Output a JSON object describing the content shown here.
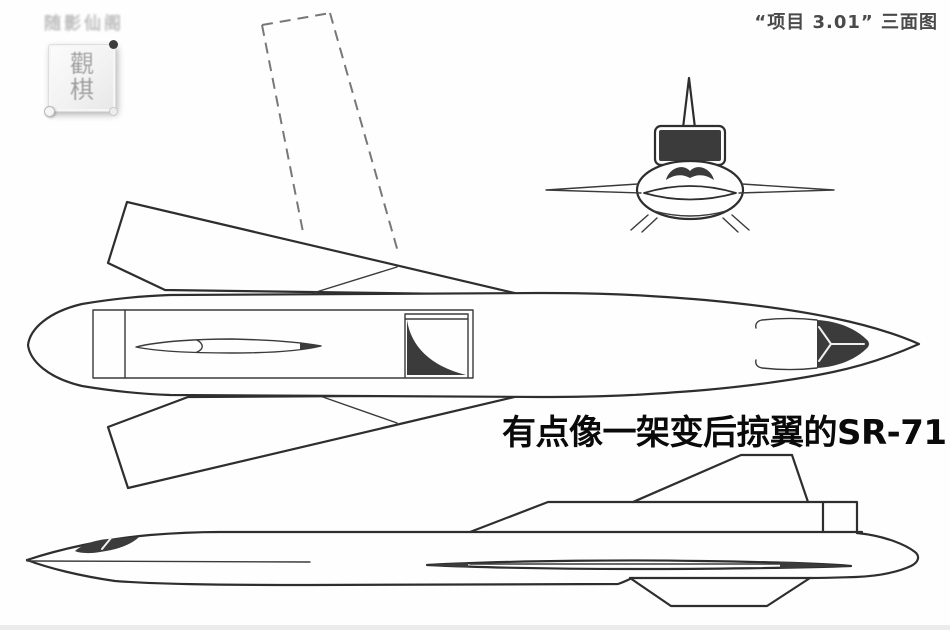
{
  "header": {
    "title": "“项目 3.01” 三面图"
  },
  "caption": {
    "text": "有点像一架变后掠翼的SR-71"
  },
  "watermark": {
    "text": "随影仙阁",
    "seal_char_top": "觀",
    "seal_char_bottom": "棋"
  },
  "colors": {
    "line": "#2e2e2e",
    "dark_fill": "#3b3b3b",
    "caption": "#0a0a0a",
    "header": "#4a4a4a",
    "background": "#fefefe"
  }
}
